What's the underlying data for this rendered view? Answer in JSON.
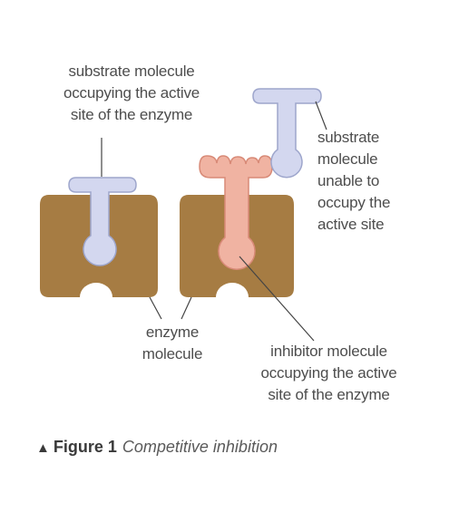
{
  "labels": {
    "substrate_occupying": [
      "substrate molecule",
      "occupying the active",
      "site of the enzyme"
    ],
    "substrate_unable": [
      "substrate",
      "molecule",
      "unable to",
      "occupy the",
      "active site"
    ],
    "enzyme": [
      "enzyme",
      "molecule"
    ],
    "inhibitor": [
      "inhibitor molecule",
      "occupying the active",
      "site of the enzyme"
    ]
  },
  "caption": {
    "marker": "▲",
    "figure_label": "Figure 1",
    "title": "Competitive inhibition"
  },
  "colors": {
    "enzyme": "#a67c43",
    "substrate": "#d3d7ef",
    "substrate_outline": "#9ea6cc",
    "inhibitor": "#f0b3a2",
    "inhibitor_outline": "#d88a77",
    "leader_line": "#444444"
  }
}
